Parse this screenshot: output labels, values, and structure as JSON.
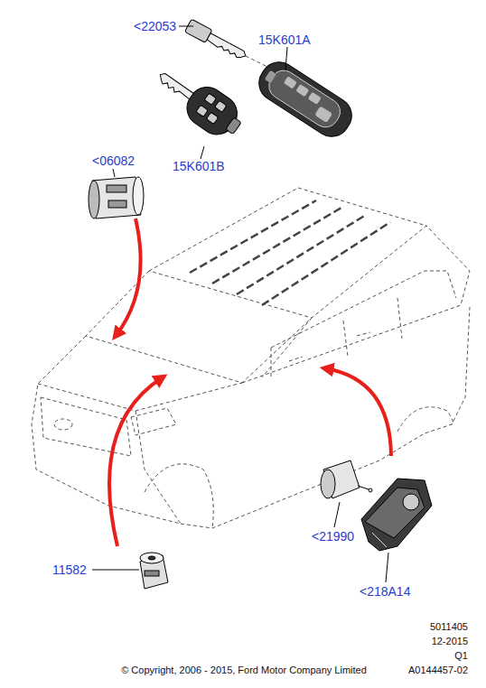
{
  "diagram": {
    "labels": [
      "<22053",
      "15K601A",
      "15K601B",
      "<06082",
      "<21990",
      "<218A14",
      "11582",
      "5011405",
      "12-2015",
      "Q1",
      "A0144457-02",
      "© Copyright, 2006 - 2015, Ford Motor Company Limited"
    ]
  }
}
